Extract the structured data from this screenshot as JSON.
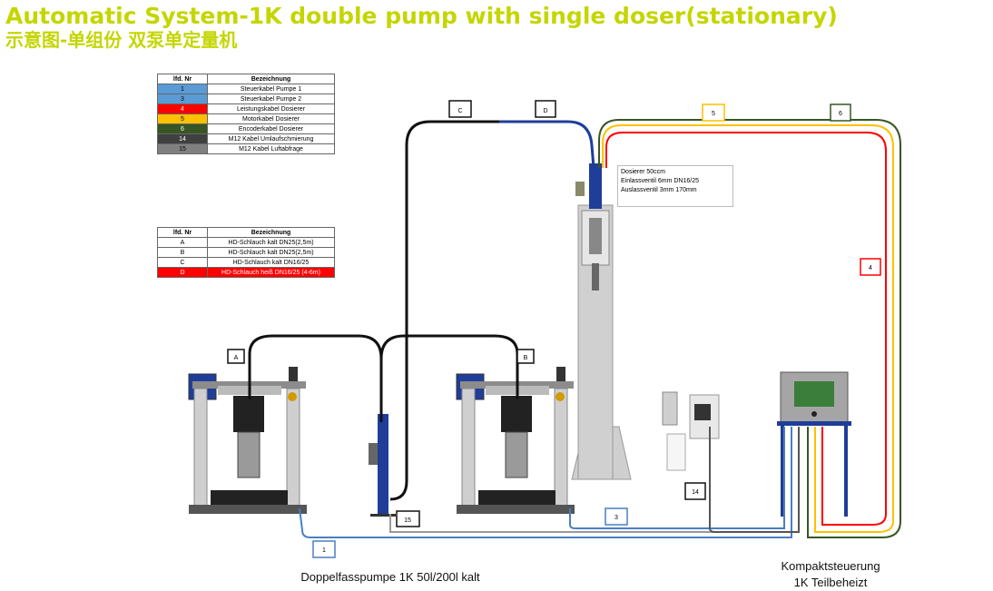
{
  "title": "Automatic System-1K double pump with single doser(stationary)",
  "subtitle": "示意图-单组份 双泵单定量机",
  "legend_cables": {
    "header_nr": "lfd. Nr",
    "header_desc": "Bezeichnung",
    "rows": [
      {
        "nr": "1",
        "desc": "Steuerkabel Pumpe 1",
        "color": "#5b9bd5"
      },
      {
        "nr": "3",
        "desc": "Steuerkabel Pumpe 2",
        "color": "#5b9bd5"
      },
      {
        "nr": "4",
        "desc": "Leistungskabel Dosierer",
        "color": "#ff0000"
      },
      {
        "nr": "5",
        "desc": "Motorkabel Dosierer",
        "color": "#ffc000"
      },
      {
        "nr": "6",
        "desc": "Encoderkabel Dosierer",
        "color": "#375623"
      },
      {
        "nr": "14",
        "desc": "M12 Kabel Umlaufschmierung",
        "color": "#404040"
      },
      {
        "nr": "15",
        "desc": "M12 Kabel Luftabfrage",
        "color": "#808080"
      }
    ]
  },
  "legend_hoses": {
    "header_nr": "lfd. Nr",
    "header_desc": "Bezeichnung",
    "rows": [
      {
        "nr": "A",
        "desc": "HD-Schlauch kalt DN25(2,5m)",
        "color": "#ffffff"
      },
      {
        "nr": "B",
        "desc": "HD-Schlauch  kalt DN25(2,5m)",
        "color": "#ffffff"
      },
      {
        "nr": "C",
        "desc": "HD-Schlauch kalt DN16/25",
        "color": "#ffffff"
      },
      {
        "nr": "D",
        "desc": "HD-Schlauch heiß DN16/25 (4-6m)",
        "color": "#ff0000"
      }
    ]
  },
  "doser_note": {
    "line1": "Dosierer 50ccm",
    "line2": "Einlassventil 6mm DN16/25",
    "line3": "Auslassventil 3mm 170mm"
  },
  "tags": {
    "A": "A",
    "B": "B",
    "C": "C",
    "D": "D",
    "t1": "1",
    "t3": "3",
    "t4": "4",
    "t5": "5",
    "t6": "6",
    "t14": "14",
    "t15": "15"
  },
  "labels": {
    "pump": "Doppelfasspumpe 1K 50l/200l kalt",
    "control_line1": "Kompaktsteuerung",
    "control_line2": "1K Teilbeheizt"
  },
  "colors": {
    "title": "#c4d600",
    "blue_cable": "#4a7fc1",
    "red_cable": "#ff0000",
    "yellow_cable": "#ffc000",
    "green_cable": "#375623",
    "hose_black": "#111111",
    "hose_blue": "#1f3d99"
  }
}
